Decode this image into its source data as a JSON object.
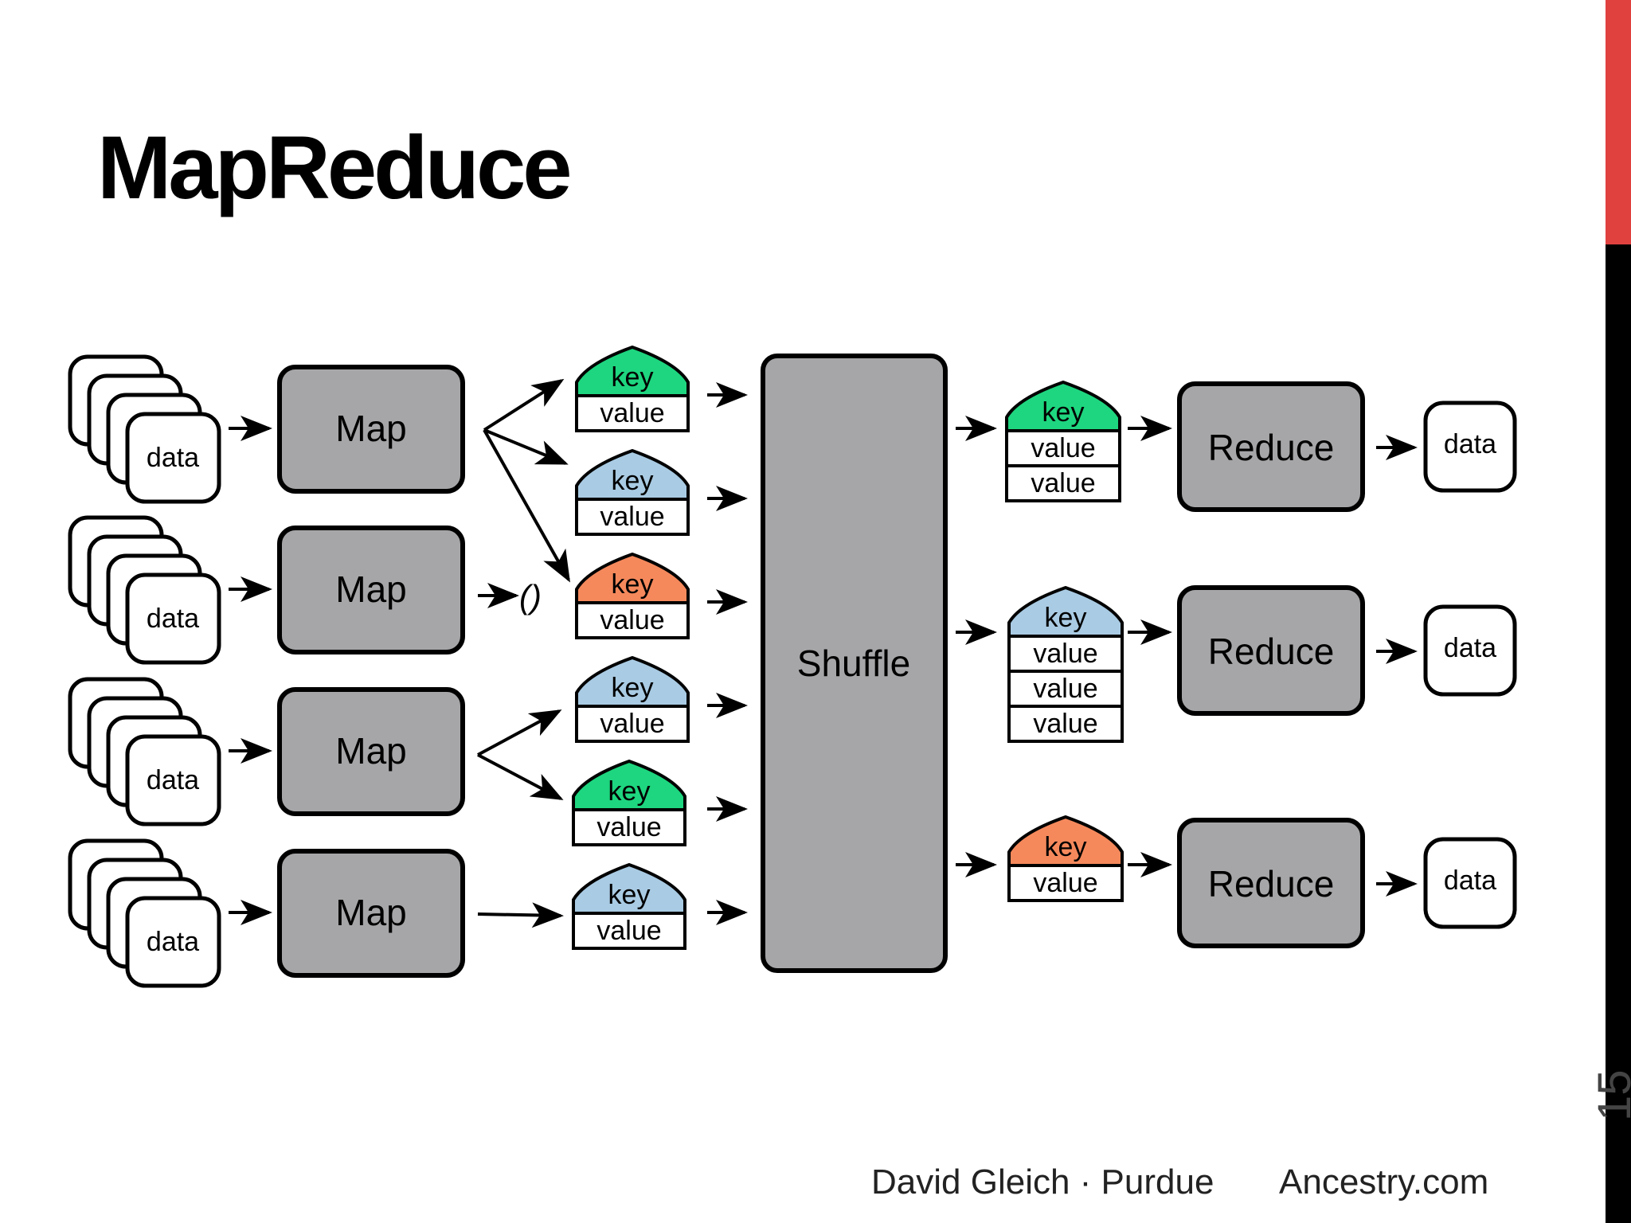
{
  "title": "MapReduce",
  "page_number": "15",
  "footer": {
    "author": "David Gleich · Purdue",
    "organization": "Ancestry.com"
  },
  "colors": {
    "accent_red": "#e0413f",
    "side_black": "#000000",
    "box_gray": "#a6a6a8",
    "key_green": "#1ed67f",
    "key_blue": "#a9cbe3",
    "key_orange": "#f5895c"
  },
  "diagram": {
    "input_label": "data",
    "map_label": "Map",
    "empty_output": "()",
    "shuffle_label": "Shuffle",
    "reduce_label": "Reduce",
    "output_label": "data",
    "key_label": "key",
    "value_label": "value",
    "map_outputs": [
      {
        "map": 1,
        "key_color": "green"
      },
      {
        "map": 1,
        "key_color": "blue"
      },
      {
        "map": 1,
        "key_color": "orange"
      },
      {
        "map": 3,
        "key_color": "blue"
      },
      {
        "map": 3,
        "key_color": "green"
      },
      {
        "map": 4,
        "key_color": "blue"
      }
    ],
    "reduce_inputs": [
      {
        "key_color": "green",
        "value_count": 2
      },
      {
        "key_color": "blue",
        "value_count": 3
      },
      {
        "key_color": "orange",
        "value_count": 1
      }
    ]
  }
}
